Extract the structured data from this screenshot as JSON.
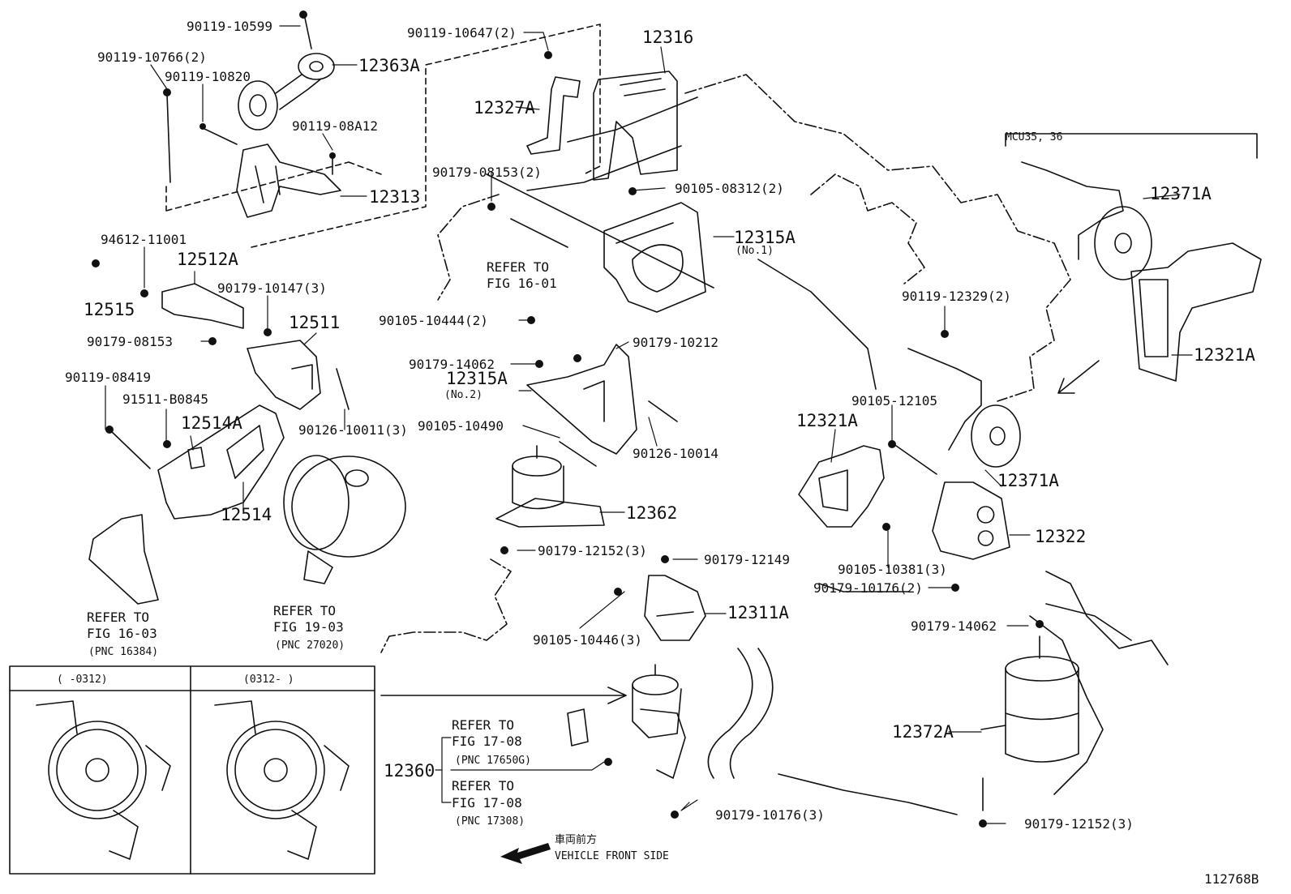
{
  "diagram_id": "112768B",
  "front_label_jp": "車両前方",
  "front_label_en": "VEHICLE FRONT SIDE",
  "mcu_label": "MCU35, 36",
  "inset": {
    "left_header": "(    -0312)",
    "right_header": "(0312-    )"
  },
  "labels": {
    "p90119_10599": "90119-10599",
    "p90119_10766": "90119-10766(2)",
    "p90119_10820": "90119-10820",
    "p12363A": "12363A",
    "p90119_08A12": "90119-08A12",
    "p12313": "12313",
    "p90119_10647": "90119-10647(2)",
    "p12316": "12316",
    "p12327A": "12327A",
    "p90179_08153_2": "90179-08153(2)",
    "p90105_08312": "90105-08312(2)",
    "p12315A_1": "12315A",
    "p12315A_1_sub": "(No.1)",
    "ref_1601_a": "REFER TO",
    "ref_1601_b": "FIG 16-01",
    "p94612_11001": "94612-11001",
    "p12512A": "12512A",
    "p12515": "12515",
    "p90179_10147": "90179-10147(3)",
    "p12511": "12511",
    "p90179_08153": "90179-08153",
    "p90105_10444": "90105-10444(2)",
    "p90179_10212": "90179-10212",
    "p90179_14062_a": "90179-14062",
    "p12315A_2": "12315A",
    "p12315A_2_sub": "(No.2)",
    "p90119_08419": "90119-08419",
    "p91511_B0845": "91511-B0845",
    "p12514A": "12514A",
    "p90126_10011": "90126-10011(3)",
    "p90105_10490": "90105-10490",
    "p90126_10014": "90126-10014",
    "p12514": "12514",
    "p12362": "12362",
    "p90179_12152_a": "90179-12152(3)",
    "p90179_12149": "90179-12149",
    "ref_1603_a": "REFER TO",
    "ref_1603_b": "FIG 16-03",
    "ref_1603_c": "(PNC 16384)",
    "ref_1903_a": "REFER TO",
    "ref_1903_b": "FIG 19-03",
    "ref_1903_c": "(PNC 27020)",
    "p12311A": "12311A",
    "p90105_10446": "90105-10446(3)",
    "p12371A_top": "12371A",
    "p12321A_right": "12321A",
    "p90119_12329": "90119-12329(2)",
    "p90105_12105": "90105-12105",
    "p12321A_left": "12321A",
    "p12371A_mid": "12371A",
    "p12322": "12322",
    "p90105_10381": "90105-10381(3)",
    "p90179_10176_2": "90179-10176(2)",
    "p90179_14062_b": "90179-14062",
    "p12372A": "12372A",
    "p90179_12152_b": "90179-12152(3)",
    "p12360": "12360",
    "ref_1708a_a": "REFER TO",
    "ref_1708a_b": "FIG 17-08",
    "ref_1708a_c": "(PNC 17650G)",
    "ref_1708b_a": "REFER TO",
    "ref_1708b_b": "FIG 17-08",
    "ref_1708b_c": "(PNC 17308)",
    "p90179_10176_3": "90179-10176(3)"
  }
}
